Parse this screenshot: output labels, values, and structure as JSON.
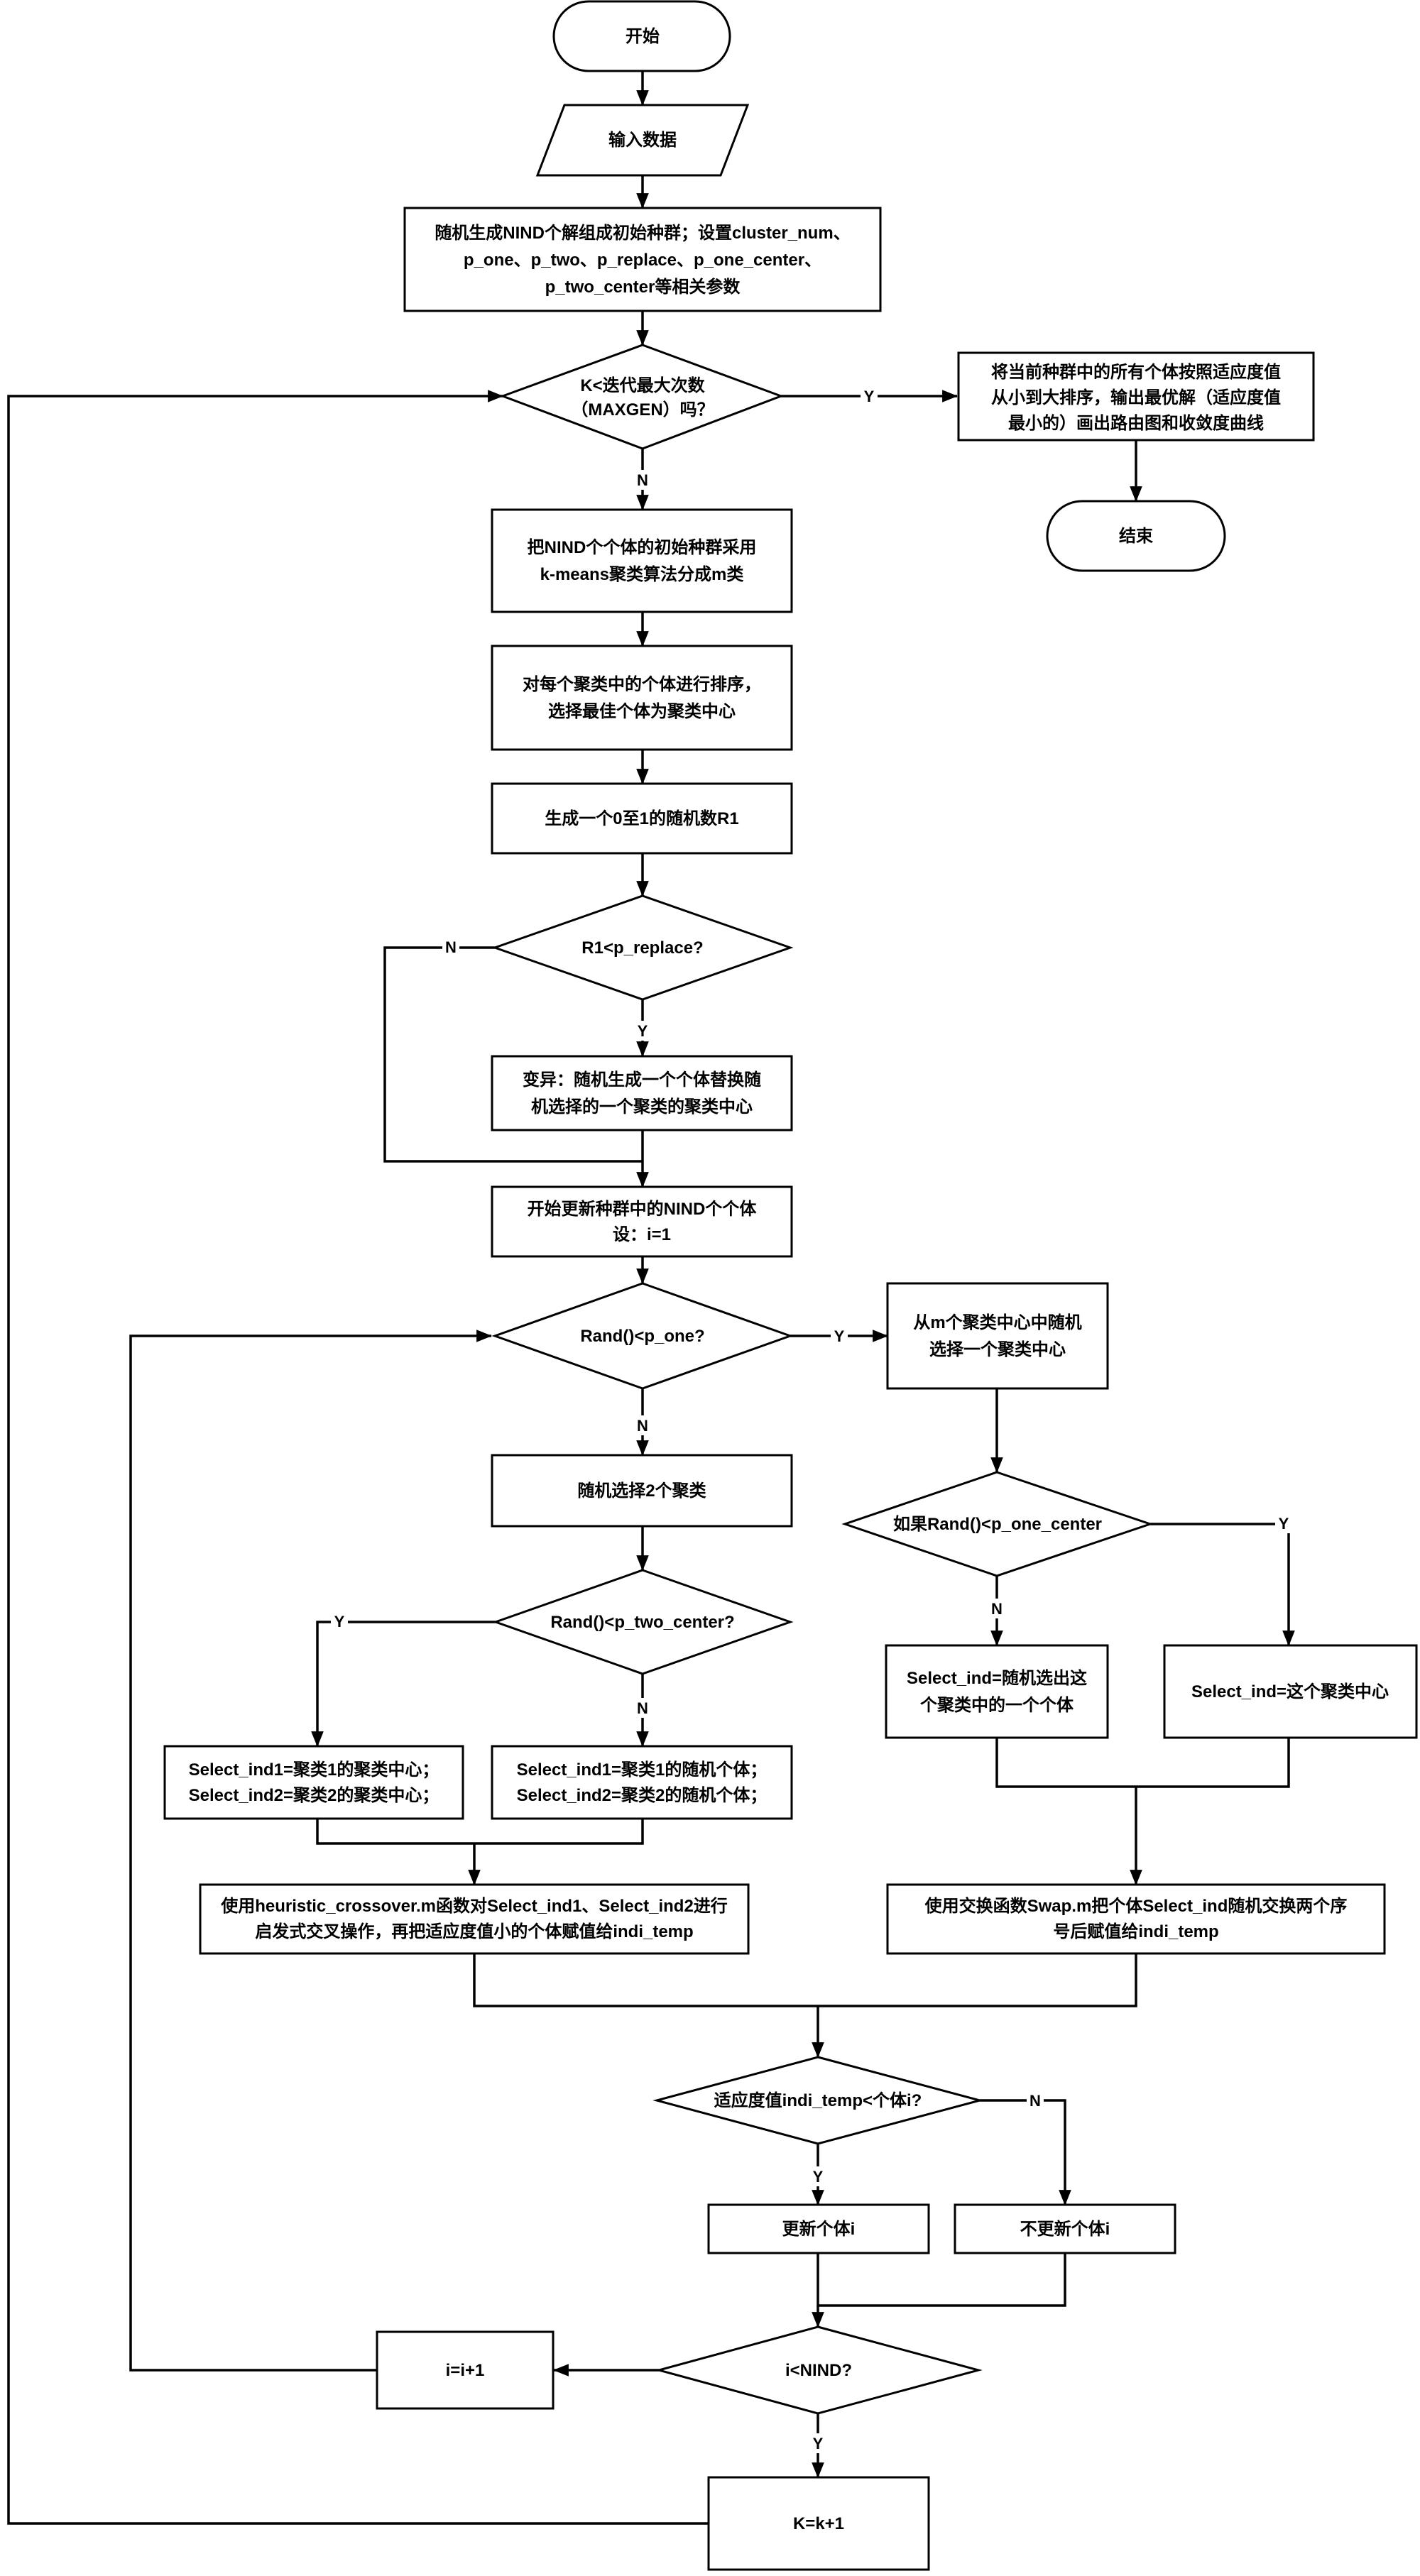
{
  "nodes": {
    "start": {
      "text": [
        "开始"
      ]
    },
    "input": {
      "text": [
        "输入数据"
      ]
    },
    "init": {
      "text": [
        "随机生成NIND个解组成初始种群；设置cluster_num、",
        "p_one、p_two、p_replace、p_one_center、",
        "p_two_center等相关参数"
      ]
    },
    "loop_check": {
      "text": [
        "K<迭代最大次数",
        "（MAXGEN）吗？"
      ]
    },
    "final_sort": {
      "text": [
        "将当前种群中的所有个体按照适应度值",
        "从小到大排序，输出最优解（适应度值",
        "最小的）画出路由图和收敛度曲线"
      ]
    },
    "end": {
      "text": [
        "结束"
      ]
    },
    "kmeans": {
      "text": [
        "把NIND个个体的初始种群采用",
        "k-means聚类算法分成m类"
      ]
    },
    "sort_cluster": {
      "text": [
        "对每个聚类中的个体进行排序，",
        "选择最佳个体为聚类中心"
      ]
    },
    "gen_r1": {
      "text": [
        "生成一个0至1的随机数R1"
      ]
    },
    "replace_check": {
      "text": [
        "R1<p_replace?"
      ]
    },
    "mutate": {
      "text": [
        "变异：随机生成一个个体替换随",
        "机选择的一个聚类的聚类中心"
      ]
    },
    "update_start": {
      "text": [
        "开始更新种群中的NIND个个体",
        "设：i=1"
      ]
    },
    "pone_check": {
      "text": [
        "Rand()<p_one?"
      ]
    },
    "pick_center": {
      "text": [
        "从m个聚类中心中随机",
        "选择一个聚类中心"
      ]
    },
    "pick_two": {
      "text": [
        "随机选择2个聚类"
      ]
    },
    "ponecenter_check": {
      "text": [
        "如果Rand()<p_one_center"
      ]
    },
    "ptwocenter_check": {
      "text": [
        "Rand()<p_two_center?"
      ]
    },
    "sel_random_one": {
      "text": [
        "Select_ind=随机选出这",
        "个聚类中的一个个体"
      ]
    },
    "sel_center_one": {
      "text": [
        "Select_ind=这个聚类中心"
      ]
    },
    "sel_centers_two": {
      "text": [
        "Select_ind1=聚类1的聚类中心；",
        "Select_ind2=聚类2的聚类中心；"
      ]
    },
    "sel_random_two": {
      "text": [
        "Select_ind1=聚类1的随机个体；",
        "Select_ind2=聚类2的随机个体；"
      ]
    },
    "crossover": {
      "text": [
        "使用heuristic_crossover.m函数对Select_ind1、Select_ind2进行",
        "启发式交叉操作，再把适应度值小的个体赋值给indi_temp"
      ]
    },
    "swap": {
      "text": [
        "使用交换函数Swap.m把个体Select_ind随机交换两个序",
        "号后赋值给indi_temp"
      ]
    },
    "fitness_check": {
      "text": [
        "适应度值indi_temp<个体i?"
      ]
    },
    "update_i": {
      "text": [
        "更新个体i"
      ]
    },
    "no_update_i": {
      "text": [
        "不更新个体i"
      ]
    },
    "inc_i": {
      "text": [
        "i=i+1"
      ]
    },
    "i_check": {
      "text": [
        "i<NIND?"
      ]
    },
    "inc_k": {
      "text": [
        "K=k+1"
      ]
    }
  },
  "edge_labels": {
    "loop_y": "Y",
    "loop_n": "N",
    "replace_n": "N",
    "replace_y": "Y",
    "pone_y": "Y",
    "pone_n": "N",
    "ponecenter_n": "N",
    "ponecenter_y": "Y",
    "ptwocenter_y": "Y",
    "ptwocenter_n": "N",
    "fitness_y": "Y",
    "fitness_n": "N",
    "i_y": "Y"
  }
}
